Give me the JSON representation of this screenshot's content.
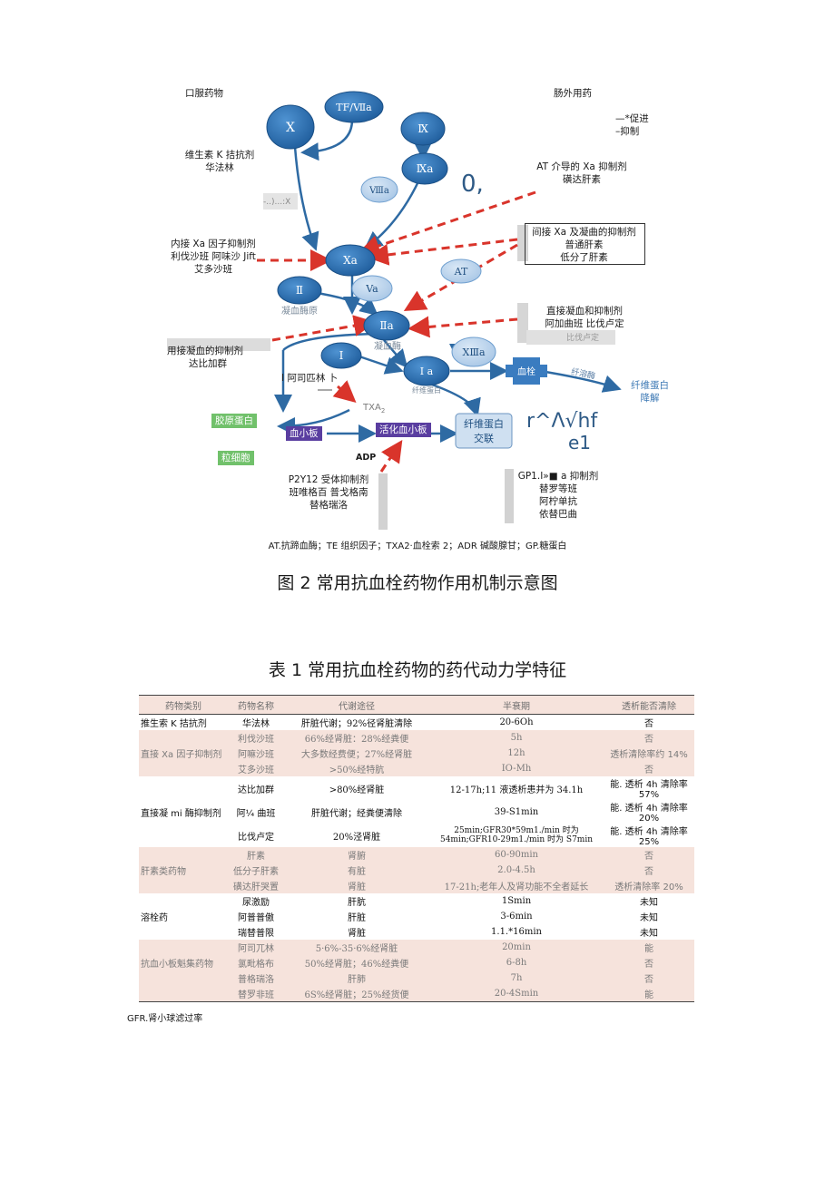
{
  "diagram": {
    "top_left": "口服药物",
    "top_right": "肠外用药",
    "legend_promote": "—*促进",
    "legend_inhibit": "–抑制",
    "vitk_1": "维生素 K 拮抗剂",
    "vitk_2": "华法林",
    "cut_x": "-..)...:X",
    "direct_xa_1": "内接 Xa 因子抑制剂",
    "direct_xa_2": "利伐沙班  阿味沙 Jift",
    "direct_xa_3": "艾多沙班",
    "thrombin_direct_1": "用接凝血的抑制剂",
    "thrombin_direct_2": "达比加群",
    "aspirin": "I 阿司匹林 卜",
    "at_xa_1": "AT 介导的 Xa 抑制剂",
    "at_xa_2": "磺达肝素",
    "glyph_0": "0,",
    "indirect_1": "间接 Xa 及凝曲的抑制剂",
    "indirect_2": "普通肝素",
    "indirect_3": "低分了肝素",
    "direct_thr_1": "直接凝血和抑制剂",
    "direct_thr_2": "阿加曲班  比伐卢定",
    "direct_thr_cut": "比伐卢定",
    "fibrin_deg_1": "纤维蛋白",
    "fibrin_deg_2": "降解",
    "garbled": "r^Λ√hf",
    "garbled_2": "e1",
    "collagen": "胶原蛋白",
    "platelet": "血小板",
    "activated_platelet": "活化血小板",
    "granulocyte": "粒细胞",
    "adp": "ADP",
    "txa2": "TXA",
    "txa2_sub": "2",
    "p2y12_1": "P2Y12 受体抑制剂",
    "p2y12_2": "班唯格百  普戈格南",
    "p2y12_3": "替格瑞洛",
    "gp_1": "GP1.I»■ a 抑制剂",
    "gp_2": "替罗等班",
    "gp_3": "阿柠单抗",
    "gp_4": "依替巴曲",
    "node_x": "X",
    "node_tf": "TF/Ⅶa",
    "node_ix": "Ⅸ",
    "node_ixa": "Ⅸa",
    "node_viiia": "Ⅷa",
    "node_xa": "Xa",
    "node_ii": "Ⅱ",
    "node_va": "Va",
    "node_at": "AT",
    "node_iia": "Ⅱa",
    "node_xiiia": "XⅢa",
    "node_i": "I",
    "node_ia": "I a",
    "prothrombin": "凝血酶原",
    "thrombin": "凝血酶",
    "fibrinogen_small": "纤维蛋白",
    "fibrin_xlink_1": "纤维蛋白",
    "fibrin_xlink_2": "交联",
    "thrombus": "血栓",
    "plasmin": "纤溶酶",
    "footnote": "AT.抗蹄血酶；TE 组织因子；TXA2·血栓索 2；ADR 碱酸腺甘；GP.糖蛋白",
    "colors": {
      "node": "#2f75b5",
      "arrow": "#2e6aa3",
      "inhibit": "#d9342b"
    }
  },
  "figure_caption": "图 2 常用抗血栓药物作用机制示意图",
  "table_caption": "表 1 常用抗血栓药物的药代动力学特征",
  "table": {
    "headers": [
      "药物类别",
      "药物名称",
      "代谢途径",
      "半衰期",
      "透析能否清除"
    ],
    "rows": [
      {
        "style": "white",
        "cat": "推生索 K 拮抗剂",
        "name": "华法林",
        "route": "肝脏代谢；92%径肾脏清除",
        "half": "20-6Oh",
        "dial": "否"
      },
      {
        "style": "pink",
        "cat": "",
        "name": "利伐沙班",
        "route": "66%经肾脏：28%经粪便",
        "half": "5h",
        "dial": "否"
      },
      {
        "style": "pink",
        "cat": "直接 Xa 因子抑制剂",
        "name": "阿嘛沙班",
        "route": "大多数经费便；27%经肾脏",
        "half": "12h",
        "dial": "透析清除率约 14%"
      },
      {
        "style": "pink",
        "cat": "",
        "name": "艾多沙班",
        "route": ">50%经特肮",
        "half": "IO-Mh",
        "dial": "否"
      },
      {
        "style": "white",
        "cat": "",
        "name": "达比加群",
        "route": ">80%经肾脏",
        "half": "12-17h;11 液透析患并为 34.1h",
        "dial": "能. 透析 4h 清除率 57%"
      },
      {
        "style": "white",
        "cat": "直接凝 mi 酶抑制剂",
        "name": "阿¼ 曲班",
        "route": "肝脏代谢；经粪便清除",
        "half": "39-S1min",
        "dial": "能. 透析 4h 清除率 20%"
      },
      {
        "style": "white",
        "cat": "",
        "name": "比伐卢定",
        "route": "20%泾肾脏",
        "half": "25min;GFR30*59m1./min 时为 54min;GFR10-29m1./min 时为 S7min",
        "dial": "能. 透析 4h 清除率 25%"
      },
      {
        "style": "pink",
        "cat": "",
        "name": "肝素",
        "route": "肾腑",
        "half": "60-90min",
        "dial": "否"
      },
      {
        "style": "pink",
        "cat": "肝素类药物",
        "name": "低分子肝素",
        "route": "有脏",
        "half": "2.0-4.5h",
        "dial": "否"
      },
      {
        "style": "pink",
        "cat": "",
        "name": "磺达肝哭置",
        "route": "肾脏",
        "half": "17-21h;老年人及肾功能不全者延长",
        "dial": "透析清除率 20%"
      },
      {
        "style": "white",
        "cat": "",
        "name": "尿激励",
        "route": "肝肮",
        "half": "1Smin",
        "dial": "未知"
      },
      {
        "style": "white",
        "cat": "溶栓药",
        "name": "阿普普傲",
        "route": "肝脏",
        "half": "3-6min",
        "dial": "未知"
      },
      {
        "style": "white",
        "cat": "",
        "name": "瑞替普限",
        "route": "肾脏",
        "half": "1.1.*16min",
        "dial": "未知"
      },
      {
        "style": "pink",
        "cat": "",
        "name": "阿司兀林",
        "route": "5·6%-35·6%经肾脏",
        "half": "20min",
        "dial": "能"
      },
      {
        "style": "pink",
        "cat": "抗血小板魁集药物",
        "name": "氯毗格布",
        "route": "50%经肾脏；46%经粪便",
        "half": "6-8h",
        "dial": "否"
      },
      {
        "style": "pink",
        "cat": "",
        "name": "普格瑞洛",
        "route": "肝肺",
        "half": "7h",
        "dial": "否"
      },
      {
        "style": "pink",
        "cat": "",
        "name": "替罗非班",
        "route": "6S%经肾脏；25%经货便",
        "half": "20-4Smin",
        "dial": "能"
      }
    ]
  },
  "table_footnote": "GFR.肾小球滤过率"
}
